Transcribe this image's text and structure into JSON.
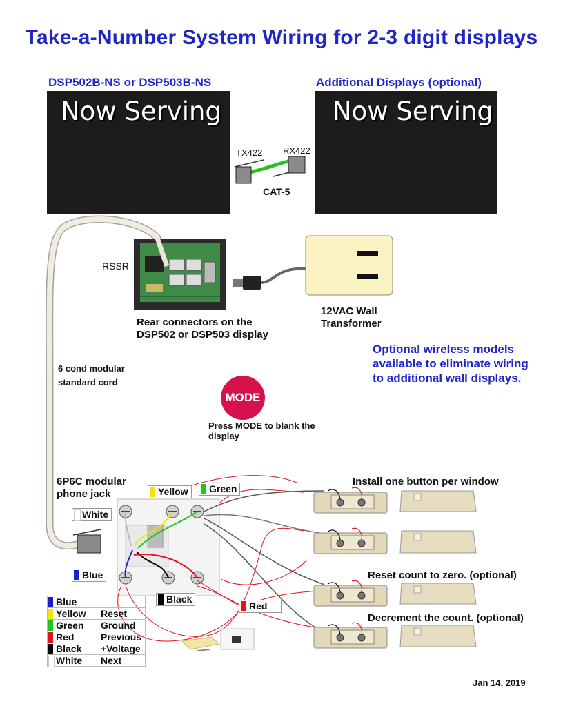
{
  "title": "Take-a-Number System Wiring for 2-3 digit displays",
  "display_main": {
    "header": "DSP502B-NS or DSP503B-NS",
    "screen_text": "Now Serving"
  },
  "display_additional": {
    "header": "Additional Displays (optional)",
    "screen_text": "Now Serving"
  },
  "link": {
    "tx": "TX422",
    "rx": "RX422",
    "cable": "CAT-5"
  },
  "rear": {
    "rssr": "RSSR",
    "caption_line1": "Rear connectors on the",
    "caption_line2": "DSP502 or DSP503 display"
  },
  "transformer": {
    "line1": "12VAC Wall",
    "line2": "Transformer"
  },
  "wireless_note": {
    "line1": "Optional wireless models",
    "line2": "available to eliminate wiring",
    "line3": "to additional wall displays."
  },
  "cord": {
    "line1": "6 cond modular",
    "line2": "standard cord"
  },
  "mode": {
    "button": "MODE",
    "line1": "Press MODE to blank the",
    "line2": "display"
  },
  "jack": {
    "line1": "6P6C modular",
    "line2": "phone jack"
  },
  "terminals": {
    "yellow": "Yellow",
    "green": "Green",
    "white": "White",
    "blue": "Blue",
    "black": "Black",
    "red": "Red"
  },
  "buttons": {
    "install": "Install one button per window",
    "reset": "Reset count to zero. (optional)",
    "decrement": "Decrement the count. (optional)"
  },
  "legend": [
    {
      "color": "Blue",
      "function": "",
      "swatch": "#1a22c8"
    },
    {
      "color": "Yellow",
      "function": "Reset",
      "swatch": "#f2e600"
    },
    {
      "color": "Green",
      "function": "Ground",
      "swatch": "#22c41e"
    },
    {
      "color": "Red",
      "function": "Previous",
      "swatch": "#e0141e"
    },
    {
      "color": "Black",
      "function": "+Voltage",
      "swatch": "#000000"
    },
    {
      "color": "White",
      "function": "Next",
      "swatch": "#ffffff"
    }
  ],
  "date": "Jan 14. 2019",
  "colors": {
    "blue": "#1e26c8",
    "yellow": "#f2e600",
    "green": "#22c41e",
    "red": "#e0141e",
    "black": "#000000",
    "white": "#ffffff",
    "mode": "#d6124c"
  }
}
